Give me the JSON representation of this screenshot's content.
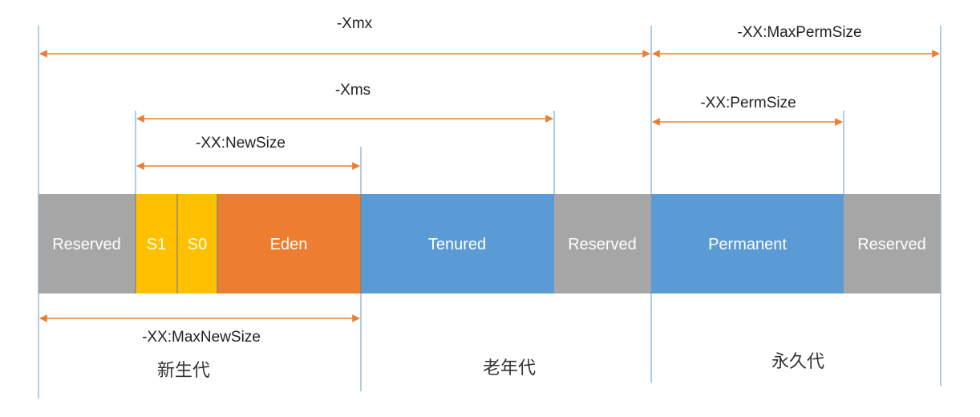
{
  "colors": {
    "reserved": "#a6a6a6",
    "survivor": "#ffc000",
    "eden": "#ed7d31",
    "tenured": "#5b9bd5",
    "permanent": "#5b9bd5",
    "divider": "#808080",
    "arrow": "#ed7d31",
    "guide": "#5b9bd5"
  },
  "segments": [
    {
      "label": "Reserved",
      "kind": "reserved"
    },
    {
      "label": "S1",
      "kind": "survivor"
    },
    {
      "label": "S0",
      "kind": "survivor"
    },
    {
      "label": "Eden",
      "kind": "eden"
    },
    {
      "label": "Tenured",
      "kind": "tenured"
    },
    {
      "label": "Reserved",
      "kind": "reserved"
    },
    {
      "label": "Permanent",
      "kind": "permanent"
    },
    {
      "label": "Reserved",
      "kind": "reserved"
    }
  ],
  "dimensions": {
    "xmx": "-Xmx",
    "xms": "-Xms",
    "new_size": "-XX:NewSize",
    "max_new_size": "-XX:MaxNewSize",
    "max_perm_size": "-XX:MaxPermSize",
    "perm_size": "-XX:PermSize"
  },
  "regions": {
    "young": "新生代",
    "old": "老年代",
    "perm": "永久代"
  }
}
